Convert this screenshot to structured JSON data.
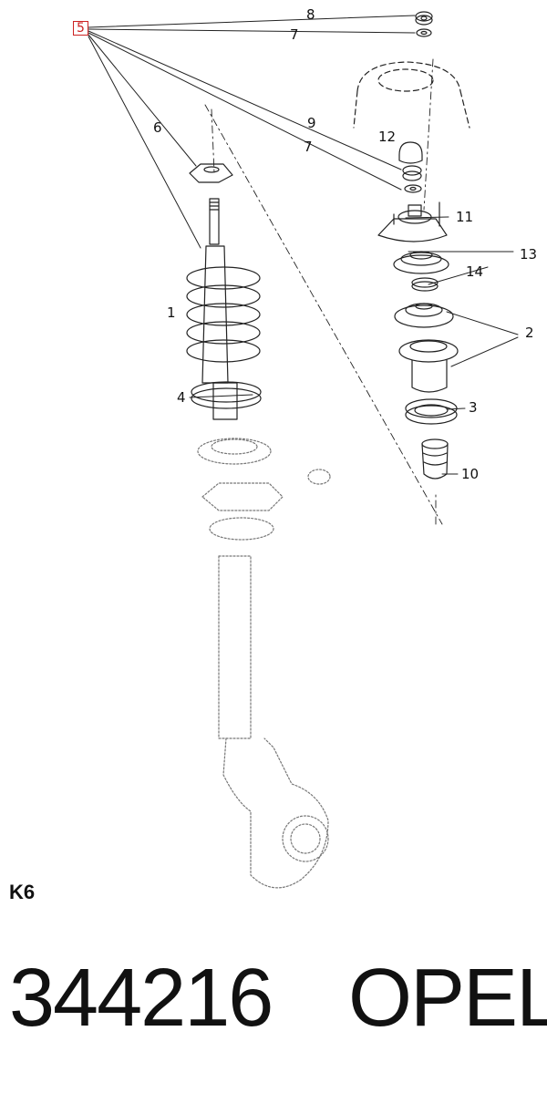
{
  "diagram": {
    "callouts": [
      {
        "id": "c5",
        "text": "5",
        "boxed": true,
        "color": "#cc2222"
      },
      {
        "id": "c8",
        "text": "8"
      },
      {
        "id": "c7a",
        "text": "7"
      },
      {
        "id": "c9",
        "text": "9"
      },
      {
        "id": "c7b",
        "text": "7"
      },
      {
        "id": "c6",
        "text": "6"
      },
      {
        "id": "c12",
        "text": "12"
      },
      {
        "id": "c11",
        "text": "11"
      },
      {
        "id": "c13",
        "text": "13"
      },
      {
        "id": "c14",
        "text": "14"
      },
      {
        "id": "c1",
        "text": "1"
      },
      {
        "id": "c2",
        "text": "2"
      },
      {
        "id": "c4",
        "text": "4"
      },
      {
        "id": "c3",
        "text": "3"
      },
      {
        "id": "c10",
        "text": "10"
      }
    ]
  },
  "section_code": "K6",
  "footer": {
    "part_number": "344216",
    "brand": "OPEL"
  }
}
